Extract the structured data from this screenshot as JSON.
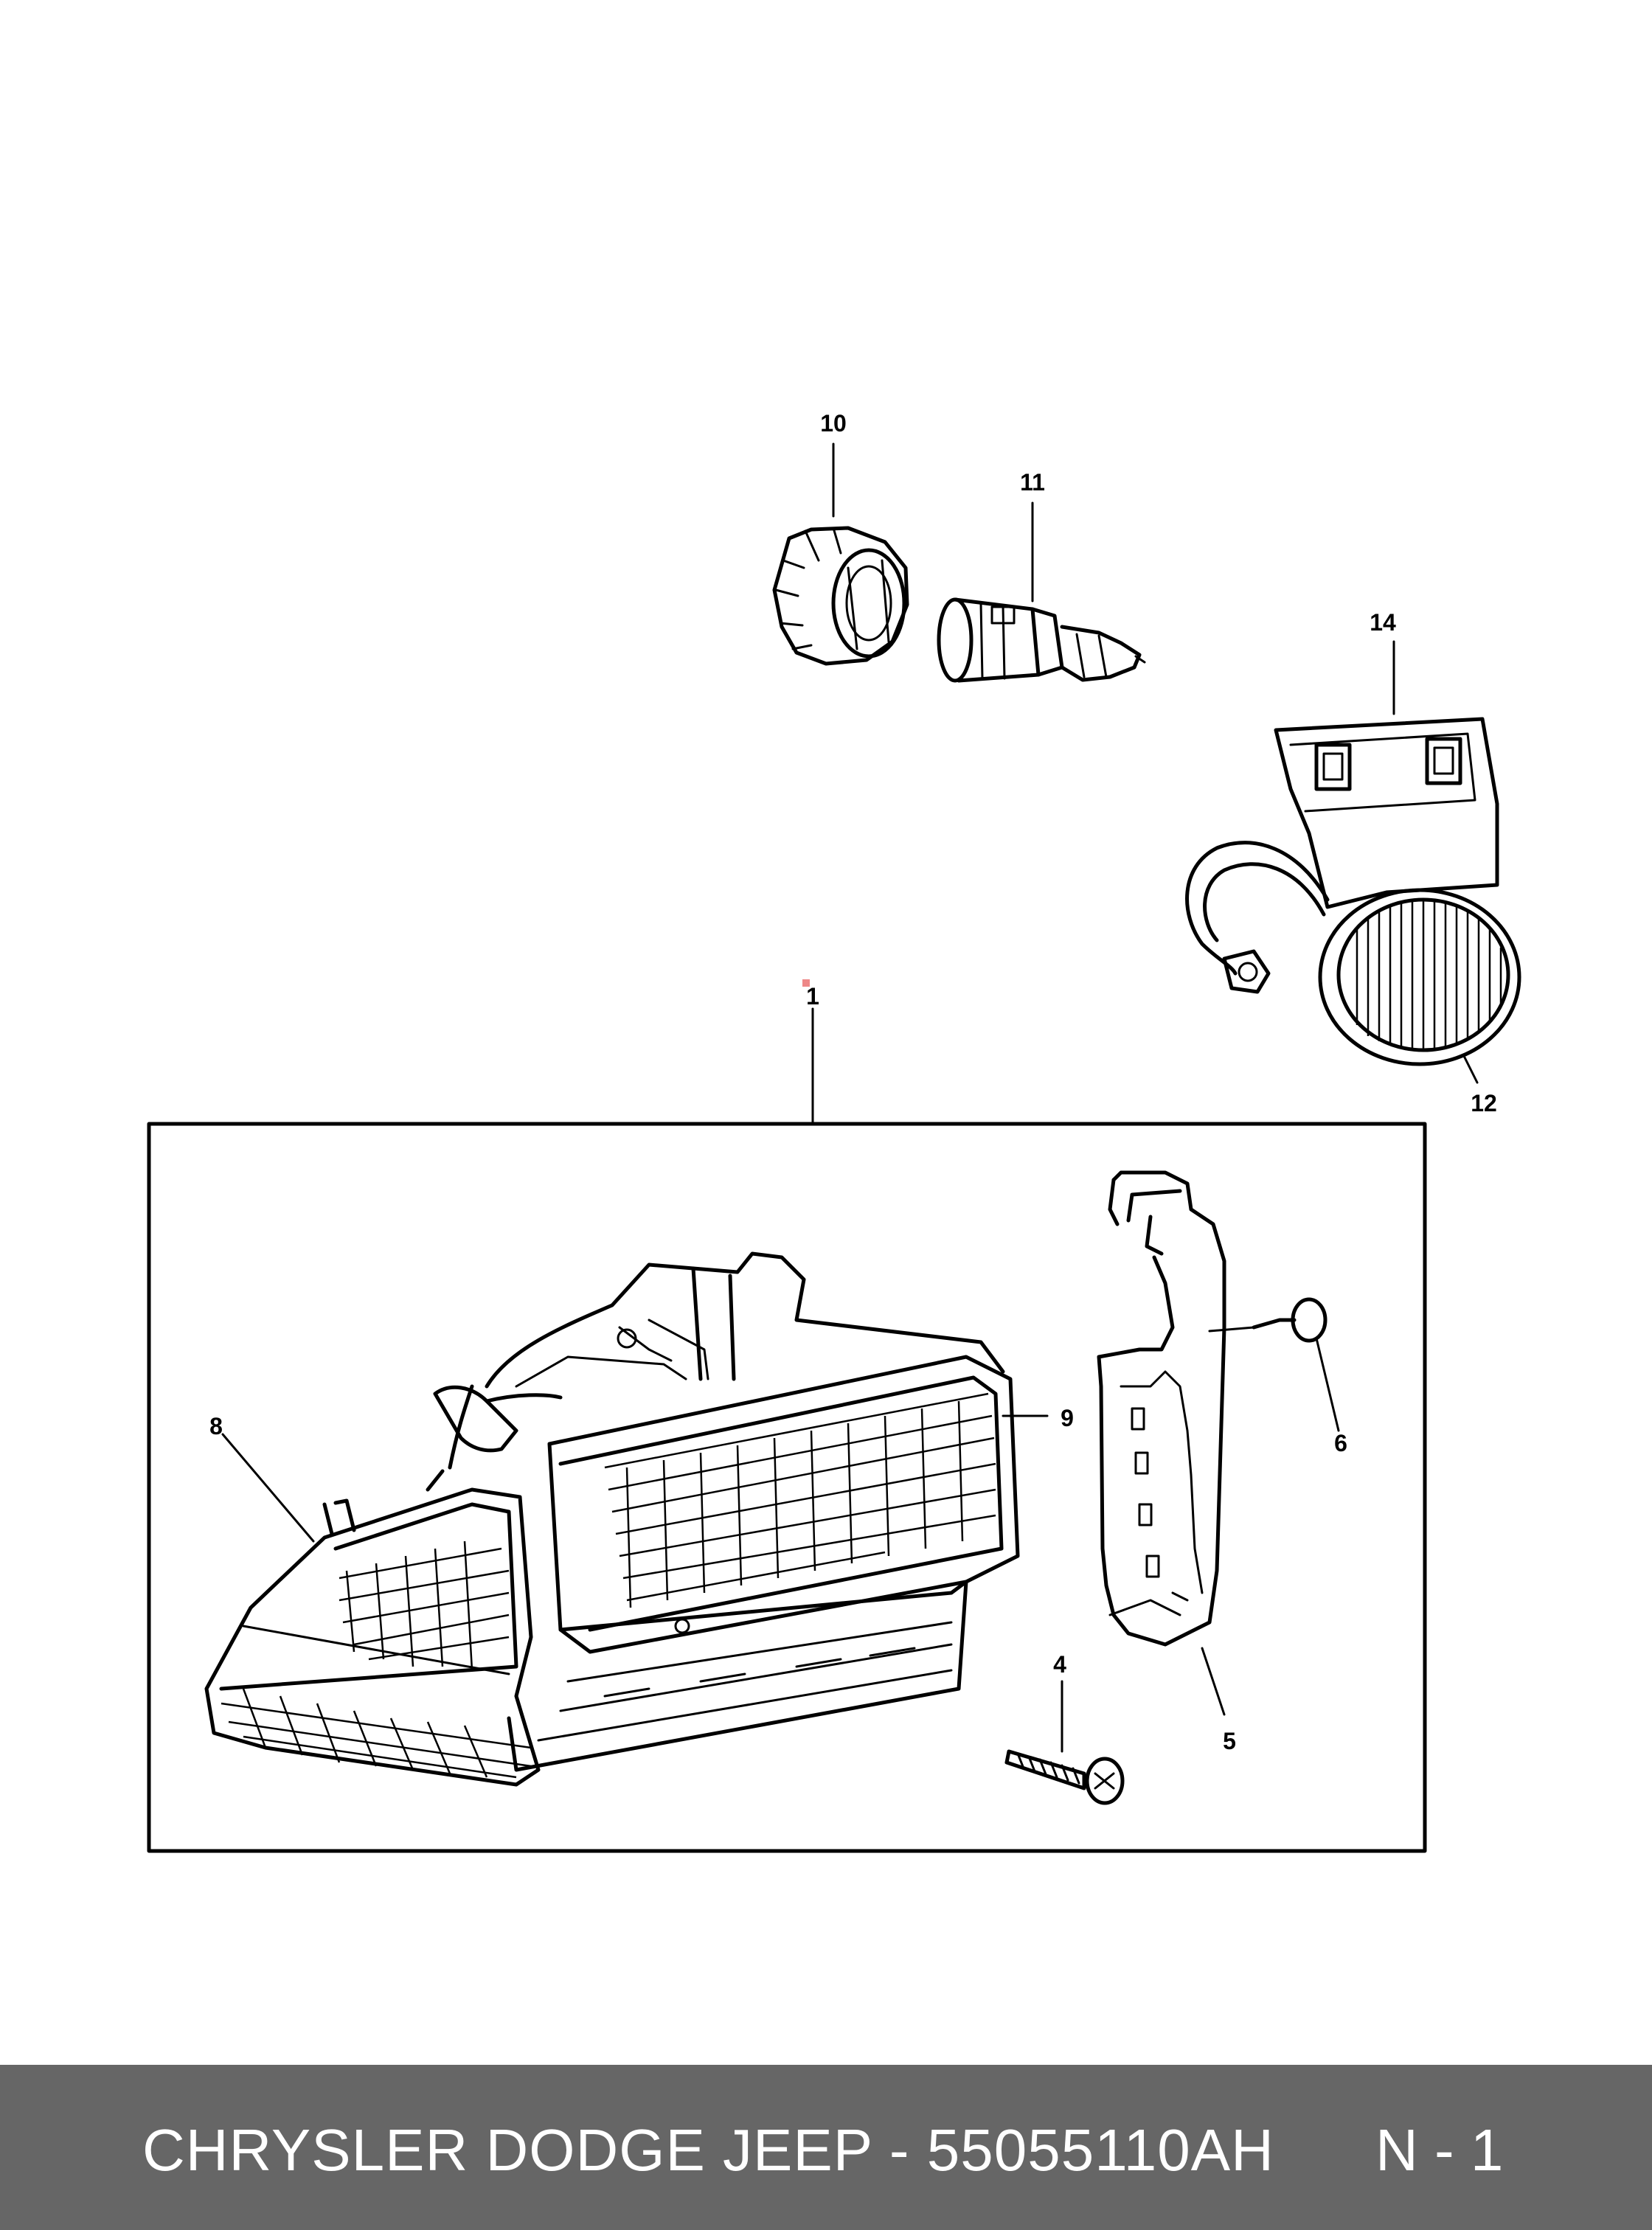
{
  "callouts": {
    "c1": "1",
    "c4": "4",
    "c5": "5",
    "c6": "6",
    "c8": "8",
    "c9": "9",
    "c10": "10",
    "c11": "11",
    "c12": "12",
    "c14": "14"
  },
  "footer": {
    "title": "CHRYSLER DODGE JEEP - 55055110AH",
    "page": "N - 1"
  },
  "colors": {
    "footer_bg": "#666666",
    "footer_text": "#ffffff",
    "line": "#000000"
  }
}
